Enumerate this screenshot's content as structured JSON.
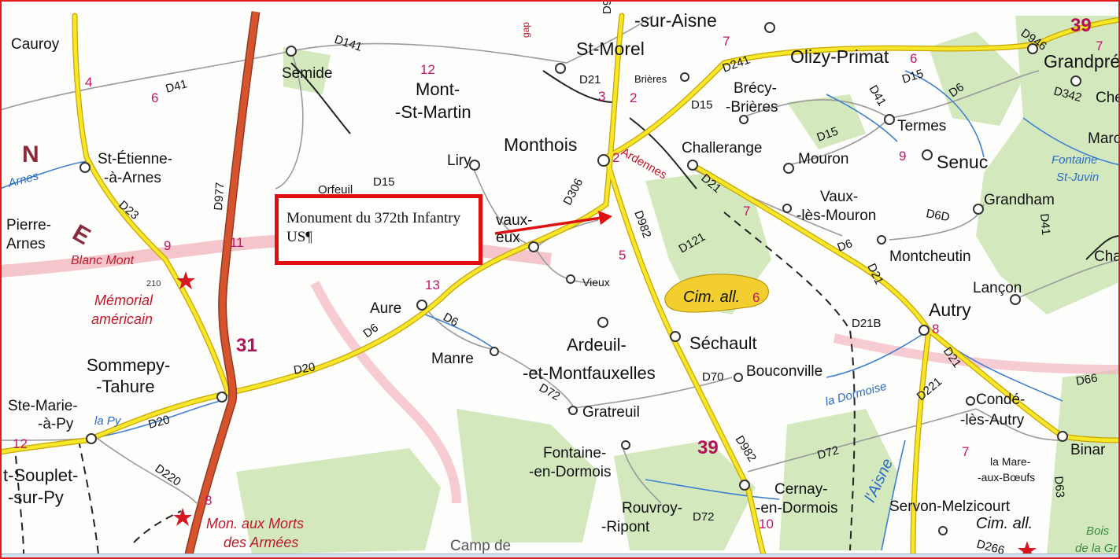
{
  "map": {
    "callout": {
      "text": "Monument du 372th Infantry US¶"
    },
    "towns": [
      {
        "id": "cauroy",
        "text": "Cauroy"
      },
      {
        "id": "semide",
        "text": "Semide"
      },
      {
        "id": "mont-st-martin-1",
        "text": "Mont-"
      },
      {
        "id": "mont-st-martin-2",
        "text": "-St-Martin"
      },
      {
        "id": "st-morel",
        "text": "St-Morel"
      },
      {
        "id": "sur-aisne",
        "text": "-sur-Aisne"
      },
      {
        "id": "brieres",
        "text": "Brières"
      },
      {
        "id": "olizy-primat",
        "text": "Olizy-Primat"
      },
      {
        "id": "grandpre",
        "text": "Grandpré"
      },
      {
        "id": "brecy-1",
        "text": "Brécy-"
      },
      {
        "id": "brecy-2",
        "text": "-Brières"
      },
      {
        "id": "termes",
        "text": "Termes"
      },
      {
        "id": "che",
        "text": "Che"
      },
      {
        "id": "marc",
        "text": "Marc"
      },
      {
        "id": "st-etienne-1",
        "text": "St-Étienne-"
      },
      {
        "id": "st-etienne-2",
        "text": "-à-Arnes"
      },
      {
        "id": "liry",
        "text": "Liry"
      },
      {
        "id": "monthois",
        "text": "Monthois"
      },
      {
        "id": "challerange",
        "text": "Challerange"
      },
      {
        "id": "mouron",
        "text": "Mouron"
      },
      {
        "id": "senuc",
        "text": "Senuc"
      },
      {
        "id": "orfeuil",
        "text": "Orfeuil"
      },
      {
        "id": "vaux-1",
        "text": "Vaux-"
      },
      {
        "id": "vaux-2",
        "text": "-lès-Mouron"
      },
      {
        "id": "grandham",
        "text": "Grandham"
      },
      {
        "id": "pierre-1",
        "text": "Pierre-"
      },
      {
        "id": "pierre-2",
        "text": "Arnes"
      },
      {
        "id": "vaux-part-1",
        "text": "vaux-"
      },
      {
        "id": "vaux-part-2",
        "text": "eux"
      },
      {
        "id": "montcheutin",
        "text": "Montcheutin"
      },
      {
        "id": "chat",
        "text": "Chat"
      },
      {
        "id": "vieux",
        "text": "Vieux"
      },
      {
        "id": "lancon",
        "text": "Lançon"
      },
      {
        "id": "aure",
        "text": "Aure"
      },
      {
        "id": "autry",
        "text": "Autry"
      },
      {
        "id": "ardeuil-1",
        "text": "Ardeuil-"
      },
      {
        "id": "ardeuil-2",
        "text": "-et-Montfauxelles"
      },
      {
        "id": "sechault",
        "text": "Séchault"
      },
      {
        "id": "sommepy-1",
        "text": "Sommepy-"
      },
      {
        "id": "sommepy-2",
        "text": "-Tahure"
      },
      {
        "id": "manre",
        "text": "Manre"
      },
      {
        "id": "bouconville",
        "text": "Bouconville"
      },
      {
        "id": "conde-1",
        "text": "Condé-"
      },
      {
        "id": "conde-2",
        "text": "-lès-Autry"
      },
      {
        "id": "ste-marie-1",
        "text": "Ste-Marie-"
      },
      {
        "id": "ste-marie-2",
        "text": "-à-Py"
      },
      {
        "id": "gratreuil",
        "text": "Gratreuil"
      },
      {
        "id": "binar",
        "text": "Binar"
      },
      {
        "id": "fontaine-1",
        "text": "Fontaine-"
      },
      {
        "id": "fontaine-2",
        "text": "-en-Dormois"
      },
      {
        "id": "la-mare-1",
        "text": "la Mare-"
      },
      {
        "id": "la-mare-2",
        "text": "-aux-Bœufs"
      },
      {
        "id": "souplet-1",
        "text": "t-Souplet-"
      },
      {
        "id": "souplet-2",
        "text": "-sur-Py"
      },
      {
        "id": "cernay-1",
        "text": "Cernay-"
      },
      {
        "id": "cernay-2",
        "text": "-en-Dormois"
      },
      {
        "id": "servon",
        "text": "Servon-Melzicourt"
      },
      {
        "id": "rouvroy-1",
        "text": "Rouvroy-"
      },
      {
        "id": "rouvroy-2",
        "text": "-Ripont"
      },
      {
        "id": "camp",
        "text": "Camp  de"
      }
    ],
    "road_labels": [
      {
        "id": "d141",
        "text": "D141"
      },
      {
        "id": "d41-a",
        "text": "D41"
      },
      {
        "id": "d21-a",
        "text": "D21"
      },
      {
        "id": "d241",
        "text": "D241"
      },
      {
        "id": "d15-a",
        "text": "D15"
      },
      {
        "id": "d6-a",
        "text": "D6"
      },
      {
        "id": "d946",
        "text": "D946"
      },
      {
        "id": "d342",
        "text": "D342"
      },
      {
        "id": "d15-b",
        "text": "D15"
      },
      {
        "id": "d41-b",
        "text": "D41"
      },
      {
        "id": "d15-c",
        "text": "D15"
      },
      {
        "id": "d15-d",
        "text": "D15"
      },
      {
        "id": "d977",
        "text": "D977"
      },
      {
        "id": "d23",
        "text": "D23"
      },
      {
        "id": "d306",
        "text": "D306"
      },
      {
        "id": "d21-b",
        "text": "D21"
      },
      {
        "id": "d6d",
        "text": "D6D"
      },
      {
        "id": "d41-c",
        "text": "D41"
      },
      {
        "id": "d982-a",
        "text": "D982"
      },
      {
        "id": "d121",
        "text": "D121"
      },
      {
        "id": "d6-b",
        "text": "D6"
      },
      {
        "id": "d21-c",
        "text": "D21"
      },
      {
        "id": "d6-c",
        "text": "D6"
      },
      {
        "id": "d6-d",
        "text": "D6"
      },
      {
        "id": "d21b",
        "text": "D21B"
      },
      {
        "id": "d20-a",
        "text": "D20"
      },
      {
        "id": "d70",
        "text": "D70"
      },
      {
        "id": "d21-d",
        "text": "D21"
      },
      {
        "id": "d72-a",
        "text": "D72"
      },
      {
        "id": "d221",
        "text": "D221"
      },
      {
        "id": "d66",
        "text": "D66"
      },
      {
        "id": "d20-b",
        "text": "D20"
      },
      {
        "id": "d982-b",
        "text": "D982"
      },
      {
        "id": "d72-b",
        "text": "D72"
      },
      {
        "id": "d220",
        "text": "D220"
      },
      {
        "id": "d72-c",
        "text": "D72"
      },
      {
        "id": "d63",
        "text": "D63"
      },
      {
        "id": "d266",
        "text": "D266"
      },
      {
        "id": "d9",
        "text": "D9"
      }
    ],
    "distances": [
      {
        "id": "n4",
        "text": "4"
      },
      {
        "id": "n6",
        "text": "6"
      },
      {
        "id": "n12a",
        "text": "12"
      },
      {
        "id": "n3",
        "text": "3"
      },
      {
        "id": "n2a",
        "text": "2"
      },
      {
        "id": "n7a",
        "text": "7"
      },
      {
        "id": "n6b",
        "text": "6"
      },
      {
        "id": "n7b",
        "text": "7"
      },
      {
        "id": "n9a",
        "text": "9"
      },
      {
        "id": "n2b",
        "text": "2"
      },
      {
        "id": "n7c",
        "text": "7"
      },
      {
        "id": "n9b",
        "text": "9"
      },
      {
        "id": "n11",
        "text": "11"
      },
      {
        "id": "n5",
        "text": "5"
      },
      {
        "id": "n13",
        "text": "13"
      },
      {
        "id": "n6c",
        "text": "6"
      },
      {
        "id": "n8a",
        "text": "8"
      },
      {
        "id": "n12b",
        "text": "12"
      },
      {
        "id": "n7d",
        "text": "7"
      },
      {
        "id": "n8b",
        "text": "8"
      },
      {
        "id": "n10",
        "text": "10"
      },
      {
        "id": "n210",
        "text": "210"
      }
    ],
    "route_numbers": [
      {
        "id": "r31",
        "text": "31"
      },
      {
        "id": "r39a",
        "text": "39"
      },
      {
        "id": "r39b",
        "text": "39"
      }
    ],
    "region_letters": [
      {
        "id": "letter-n",
        "text": "N"
      },
      {
        "id": "letter-e",
        "text": "E"
      }
    ],
    "special_labels": [
      {
        "id": "blanc-mont",
        "text": "Blanc Mont"
      },
      {
        "id": "memorial-1",
        "text": "Mémorial"
      },
      {
        "id": "memorial-2",
        "text": "américain"
      },
      {
        "id": "mon-morts-1",
        "text": "Mon. aux Morts"
      },
      {
        "id": "mon-morts-2",
        "text": "des Armées"
      },
      {
        "id": "cim-all-1",
        "text": "Cim. all."
      },
      {
        "id": "cim-all-2",
        "text": "Cim. all."
      },
      {
        "id": "ardennes",
        "text": "Ardennes"
      },
      {
        "id": "gap",
        "text": "gap"
      }
    ],
    "water_labels": [
      {
        "id": "arnes",
        "text": "Arnes"
      },
      {
        "id": "la-py",
        "text": "la Py"
      },
      {
        "id": "la-dormoise",
        "text": "la Dormoise"
      },
      {
        "id": "aisne",
        "text": "l'Aisne"
      },
      {
        "id": "fontaine-st",
        "text": "Fontaine"
      },
      {
        "id": "st-juvin",
        "text": "St-Juvin"
      },
      {
        "id": "bois-1",
        "text": "Bois"
      },
      {
        "id": "bois-2",
        "text": "de la Gr"
      }
    ],
    "colors": {
      "callout_border": "#e01010",
      "main_road": "#d6532e",
      "yellow_road": "#f5e11b",
      "pink_boundary": "#ef9aa8",
      "forest": "#cfe6b6",
      "water": "#3f7fd1",
      "label_magenta": "#c4146b",
      "frame": "#e31b1b"
    }
  }
}
